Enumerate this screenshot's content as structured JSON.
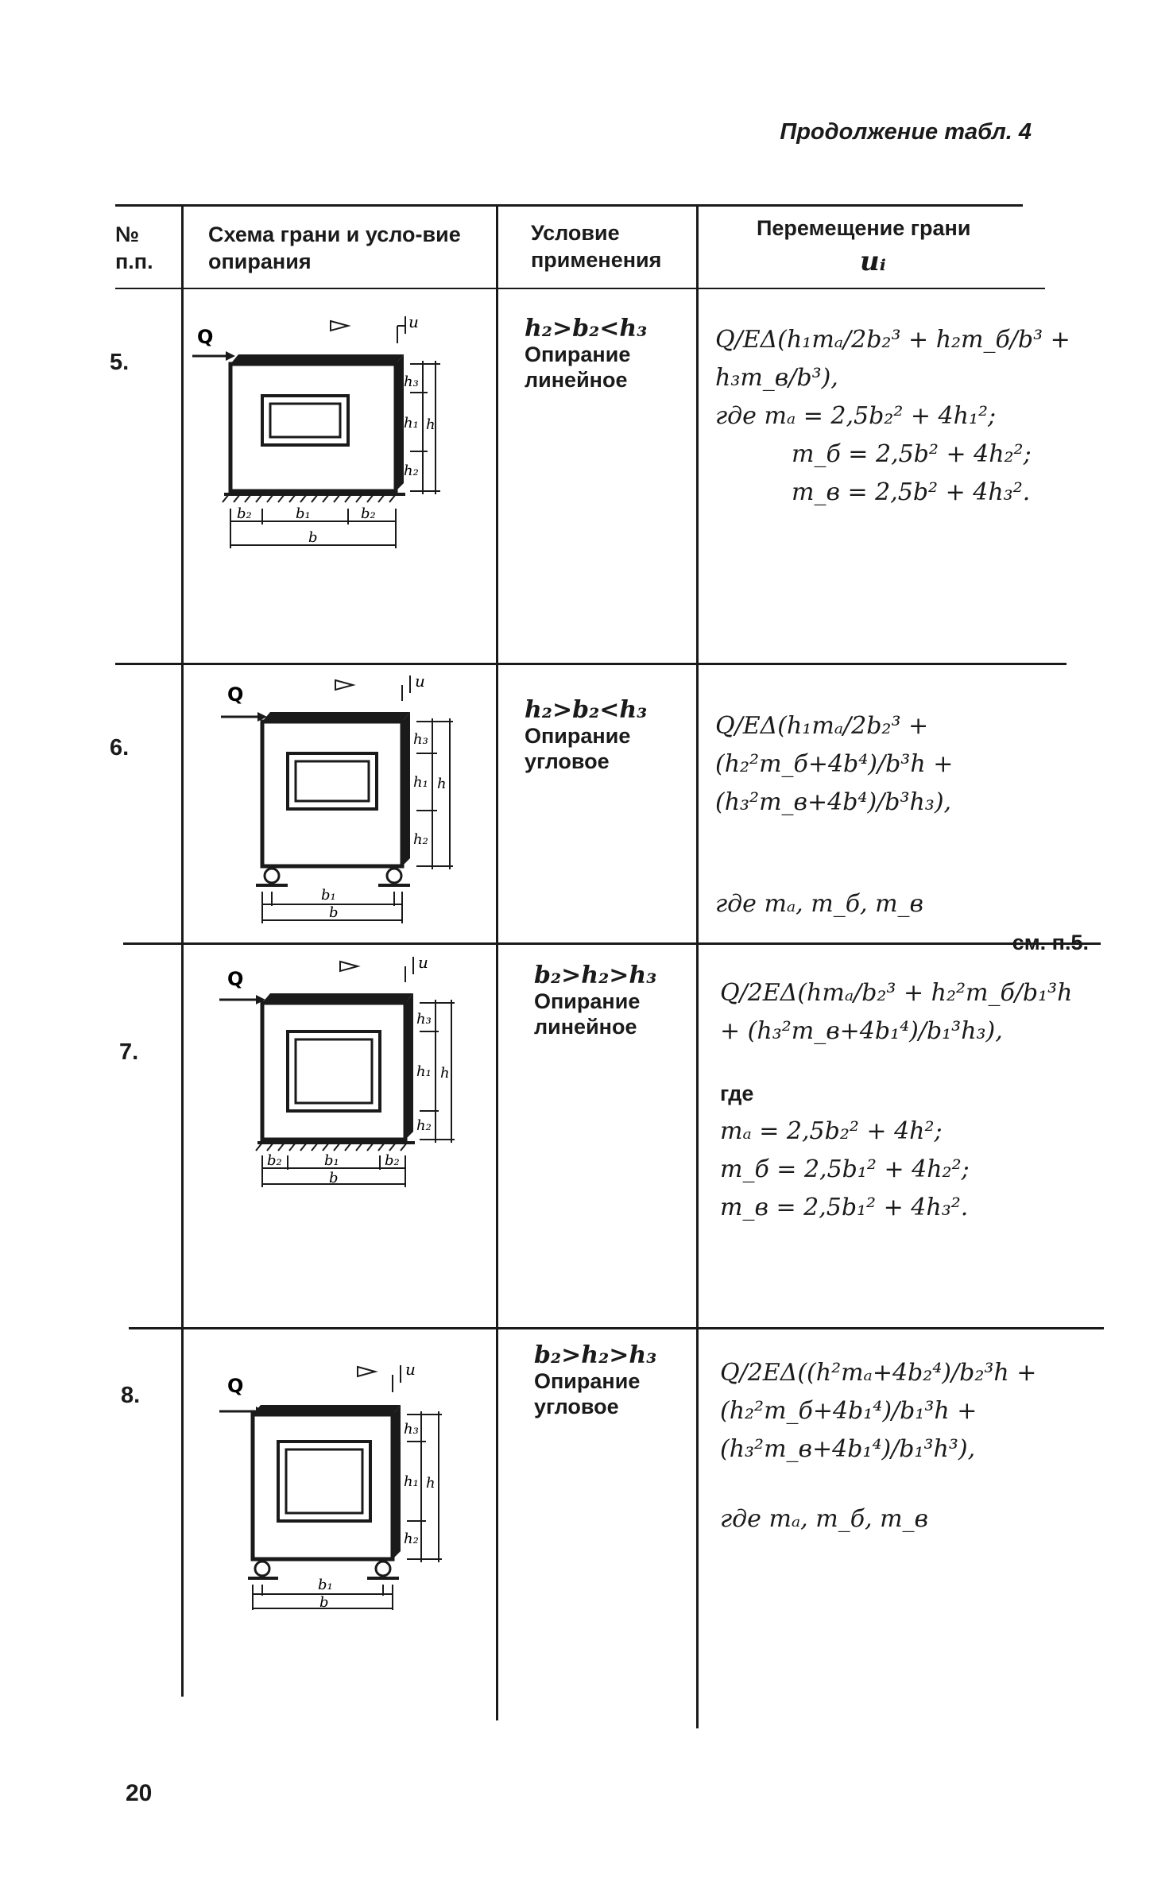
{
  "header": {
    "continuation": "Продолжение табл. 4",
    "col_num": "№ п.п.",
    "col_scheme": "Схема грани и усло-вие опирания",
    "col_condition": "Условие применения",
    "col_displacement": "Перемещение грани",
    "col_displacement_symbol": "uᵢ"
  },
  "rows": [
    {
      "num": "5.",
      "ineq": "h₂>b₂<h₃",
      "support": "Опирание линейное",
      "formula_main": "Q/EΔ(h₁mₐ/2b₂³ + h₂m_б/b³ + h₃m_в/b³),",
      "formula_lines": [
        "где mₐ = 2,5b₂² + 4h₁²;",
        "m_б = 2,5b² + 4h₂²;",
        "m_в = 2,5b² + 4h₃²."
      ],
      "scheme": {
        "Q": "Q",
        "u": "u",
        "h3": "h₃",
        "h1": "h₁",
        "h": "h",
        "h2": "h₂",
        "b2": "b₂",
        "b1": "b₁",
        "b": "b"
      }
    },
    {
      "num": "6.",
      "ineq": "h₂>b₂<h₃",
      "support": "Опирание угловое",
      "formula_main": "Q/EΔ(h₁mₐ/2b₂³ + (h₂²m_б+4b⁴)/b³h + (h₃²m_в+4b⁴)/b³h₃),",
      "formula_lines": [
        "где mₐ, m_б, m_в"
      ],
      "formula_ref": "— см. п.5.",
      "scheme": {
        "Q": "Q",
        "u": "u",
        "h3": "h₃",
        "h1": "h₁",
        "h": "h",
        "h2": "h₂",
        "b1": "b₁",
        "b": "b"
      }
    },
    {
      "num": "7.",
      "ineq": "b₂>h₂>h₃",
      "support": "Опирание линейное",
      "formula_main": "Q/2EΔ(hmₐ/b₂³ + h₂²m_б/b₁³h + (h₃²m_в+4b₁⁴)/b₁³h₃),",
      "formula_lines": [
        "где",
        "mₐ = 2,5b₂² + 4h²;",
        "m_б = 2,5b₁² + 4h₂²;",
        "m_в = 2,5b₁² + 4h₃²."
      ],
      "scheme": {
        "Q": "Q",
        "u": "u",
        "h3": "h₃",
        "h1": "h₁",
        "h": "h",
        "h2": "h₂",
        "b2": "b₂",
        "b1": "b₁",
        "b": "b"
      }
    },
    {
      "num": "8.",
      "ineq": "b₂>h₂>h₃",
      "support": "Опирание угловое",
      "formula_main": "Q/2EΔ((h²mₐ+4b₂⁴)/b₂³h + (h₂²m_б+4b₁⁴)/b₁³h + (h₃²m_в+4b₁⁴)/b₁³h³),",
      "formula_lines": [
        "где mₐ, m_б, m_в"
      ],
      "scheme": {
        "Q": "Q",
        "u": "u",
        "h3": "h₃",
        "h1": "h₁",
        "h": "h",
        "h2": "h₂",
        "b1": "b₁",
        "b": "b"
      }
    }
  ],
  "page_number": "20"
}
